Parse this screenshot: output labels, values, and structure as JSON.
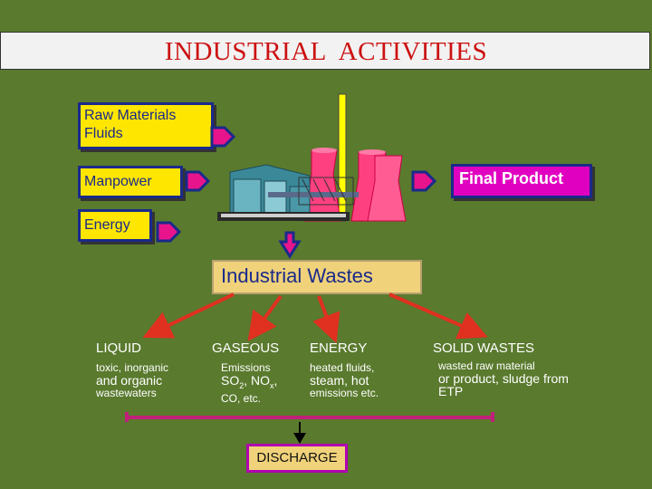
{
  "title": "INDUSTRIAL  ACTIVITIES",
  "inputs": {
    "raw_materials_line1": "Raw Materials",
    "raw_materials_line2": "Fluids",
    "manpower": "Manpower",
    "energy": "Energy"
  },
  "output": {
    "final_product": "Final Product"
  },
  "wastes": {
    "label": "Industrial Wastes"
  },
  "categories": [
    {
      "heading": "LIQUID",
      "line1": "toxic, inorganic",
      "line2": "and organic",
      "line3": "wastewaters"
    },
    {
      "heading": "GASEOUS",
      "line1": "Emissions",
      "line2a": "SO",
      "sub2": "2",
      "line2b": ", NO",
      "sub_x": "x",
      "line2c": ",",
      "line3": "CO, etc."
    },
    {
      "heading": "ENERGY",
      "line1": "heated fluids,",
      "line2": "steam, hot",
      "line3": "emissions  etc."
    },
    {
      "heading": "SOLID WASTES",
      "line1": "wasted raw material",
      "line2": "or product, sludge from",
      "line3": "ETP"
    }
  ],
  "discharge": "DISCHARGE",
  "colors": {
    "background": "#5a7a2e",
    "title_text": "#cc1111",
    "input_box": "#ffe600",
    "input_border": "#1a2a8a",
    "final_product_box": "#e000c0",
    "arrow_pink": "#e8148c",
    "waste_box": "#f0d27a",
    "category_arrow": "#e03020",
    "bracket": "#c0207a"
  },
  "icons": [
    "factory-illustration",
    "pink-arrow-icon",
    "red-arrow-icon",
    "black-down-arrow-icon"
  ]
}
